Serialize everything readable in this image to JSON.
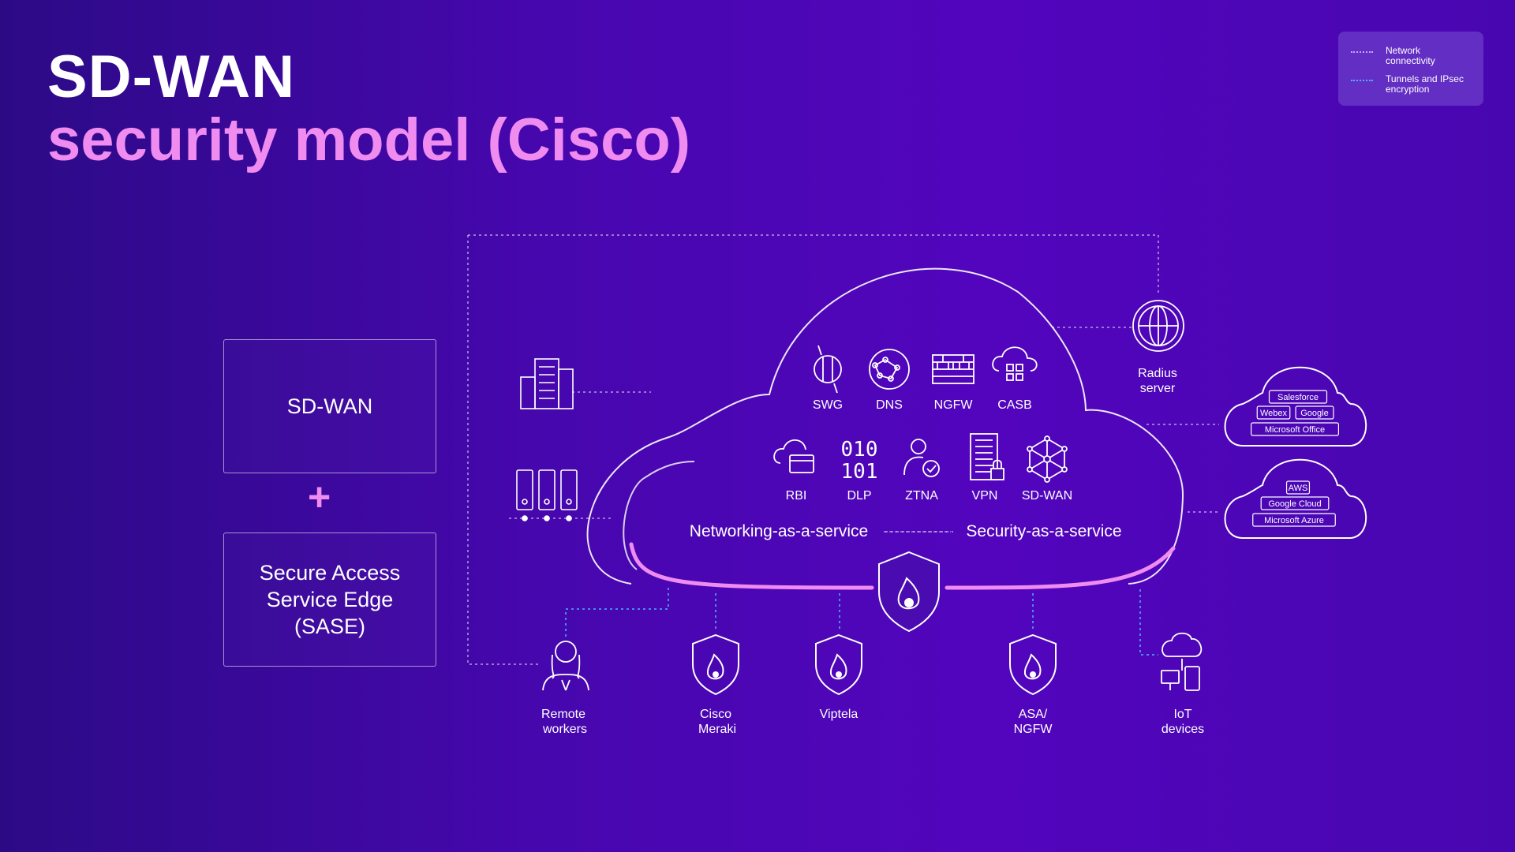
{
  "title": {
    "line1": "SD-WAN",
    "line2": "security model (Cisco)"
  },
  "legend": {
    "network": "Network connectivity",
    "tunnels": "Tunnels and IPsec encryption"
  },
  "left_boxes": {
    "top": "SD-WAN",
    "plus": "+",
    "bottom": "Secure Access Service Edge (SASE)"
  },
  "cloud": {
    "services_row1": [
      "SWG",
      "DNS",
      "NGFW",
      "CASB"
    ],
    "services_row2": [
      "RBI",
      "DLP",
      "ZTNA",
      "VPN",
      "SD-WAN"
    ],
    "naas": "Networking-as-a-service",
    "secaas": "Security-as-a-service",
    "dlp_glyph_top": "010",
    "dlp_glyph_bottom": "101"
  },
  "radius": {
    "line1": "Radius",
    "line2": "server"
  },
  "saas1": [
    "Salesforce",
    "Webex",
    "Google",
    "Microsoft Office"
  ],
  "saas2": [
    "AWS",
    "Google Cloud",
    "Microsoft Azure"
  ],
  "bottom": {
    "remote": {
      "line1": "Remote",
      "line2": "workers"
    },
    "meraki": {
      "line1": "Cisco",
      "line2": "Meraki"
    },
    "viptela": {
      "line1": "Viptela"
    },
    "asa": {
      "line1": "ASA/",
      "line2": "NGFW"
    },
    "iot": {
      "line1": "IoT",
      "line2": "devices"
    }
  },
  "colors": {
    "accent": "#f08cf0",
    "background": "#4607ad",
    "blue_line": "#4fb4ff",
    "white": "#ffffff"
  }
}
